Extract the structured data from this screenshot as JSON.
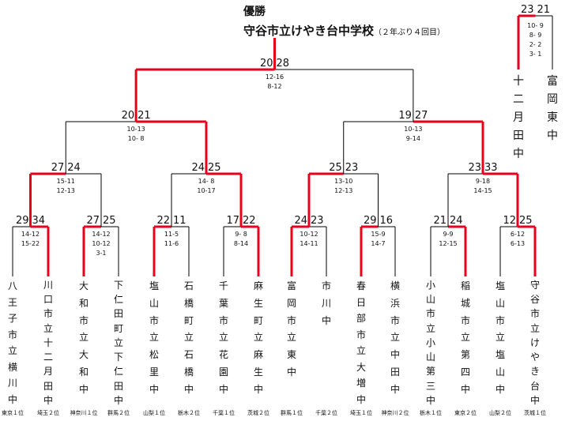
{
  "title": {
    "winner_label": "優勝",
    "champion": "守谷市立けやき台中学校",
    "champion_note": "（２年ぶり４回目）"
  },
  "colors": {
    "win_line": "#e8001c",
    "lose_line": "#000000"
  },
  "teams": [
    {
      "name": "八王子市立横川中",
      "pref": "東京１位"
    },
    {
      "name": "川口市立十二月田中",
      "pref": "埼玉２位"
    },
    {
      "name": "大和市立大和中",
      "pref": "神奈川１位"
    },
    {
      "name": "下仁田町立下仁田中",
      "pref": "群馬２位"
    },
    {
      "name": "塩山市立松里中",
      "pref": "山梨１位"
    },
    {
      "name": "石橋町立石橋中",
      "pref": "栃木２位"
    },
    {
      "name": "千葉市立花園中",
      "pref": "千葉１位"
    },
    {
      "name": "麻生町立麻生中",
      "pref": "茨城２位"
    },
    {
      "name": "富岡市立東中",
      "pref": "群馬１位"
    },
    {
      "name": "市川中",
      "pref": "千葉２位"
    },
    {
      "name": "春日部市立大増中",
      "pref": "埼玉１位"
    },
    {
      "name": "横浜市立中田中",
      "pref": "神奈川２位"
    },
    {
      "name": "小山市立小山第三中",
      "pref": "栃木１位"
    },
    {
      "name": "稲城市立第四中",
      "pref": "東京２位"
    },
    {
      "name": "塩山市立塩山中",
      "pref": "山梨２位"
    },
    {
      "name": "守谷市立けやき台中",
      "pref": "茨城１位"
    }
  ],
  "round1": [
    {
      "score_l": "29",
      "score_r": "34",
      "sets": [
        "14-12",
        "15-22"
      ],
      "winner": "right"
    },
    {
      "score_l": "27",
      "score_r": "25",
      "sets": [
        "14-12",
        "10-12",
        "3-1"
      ],
      "winner": "left"
    },
    {
      "score_l": "22",
      "score_r": "11",
      "sets": [
        "11-5",
        "11-6"
      ],
      "winner": "left"
    },
    {
      "score_l": "17",
      "score_r": "22",
      "sets": [
        "9- 8",
        "8-14"
      ],
      "winner": "right"
    },
    {
      "score_l": "24",
      "score_r": "23",
      "sets": [
        "10-12",
        "14-11"
      ],
      "winner": "left"
    },
    {
      "score_l": "29",
      "score_r": "16",
      "sets": [
        "15-9",
        "14-7"
      ],
      "winner": "left"
    },
    {
      "score_l": "21",
      "score_r": "24",
      "sets": [
        "9-9",
        "12-15"
      ],
      "winner": "right"
    },
    {
      "score_l": "12",
      "score_r": "25",
      "sets": [
        "6-12",
        "6-13"
      ],
      "winner": "right"
    }
  ],
  "round2": [
    {
      "score_l": "27",
      "score_r": "24",
      "sets": [
        "15-11",
        "12-13"
      ],
      "winner": "left"
    },
    {
      "score_l": "24",
      "score_r": "25",
      "sets": [
        "14- 8",
        "10-17"
      ],
      "winner": "right"
    },
    {
      "score_l": "25",
      "score_r": "23",
      "sets": [
        "13-10",
        "12-13"
      ],
      "winner": "left"
    },
    {
      "score_l": "23",
      "score_r": "33",
      "sets": [
        "9-18",
        "14-15"
      ],
      "winner": "right"
    }
  ],
  "semis": [
    {
      "score_l": "20",
      "score_r": "21",
      "sets": [
        "10-13",
        "10- 8"
      ],
      "winner": "right"
    },
    {
      "score_l": "19",
      "score_r": "27",
      "sets": [
        "10-13",
        "9-14"
      ],
      "winner": "right"
    }
  ],
  "final": {
    "score_l": "20",
    "score_r": "28",
    "sets": [
      "12-16",
      "8-12"
    ],
    "winner": "left"
  },
  "third_place": {
    "score_l": "23",
    "score_r": "21",
    "sets": [
      "10- 9",
      "8- 9",
      "2- 2",
      "3- 1"
    ],
    "winner": "left",
    "team_l": "十二月田中",
    "team_r": "富岡東中"
  }
}
